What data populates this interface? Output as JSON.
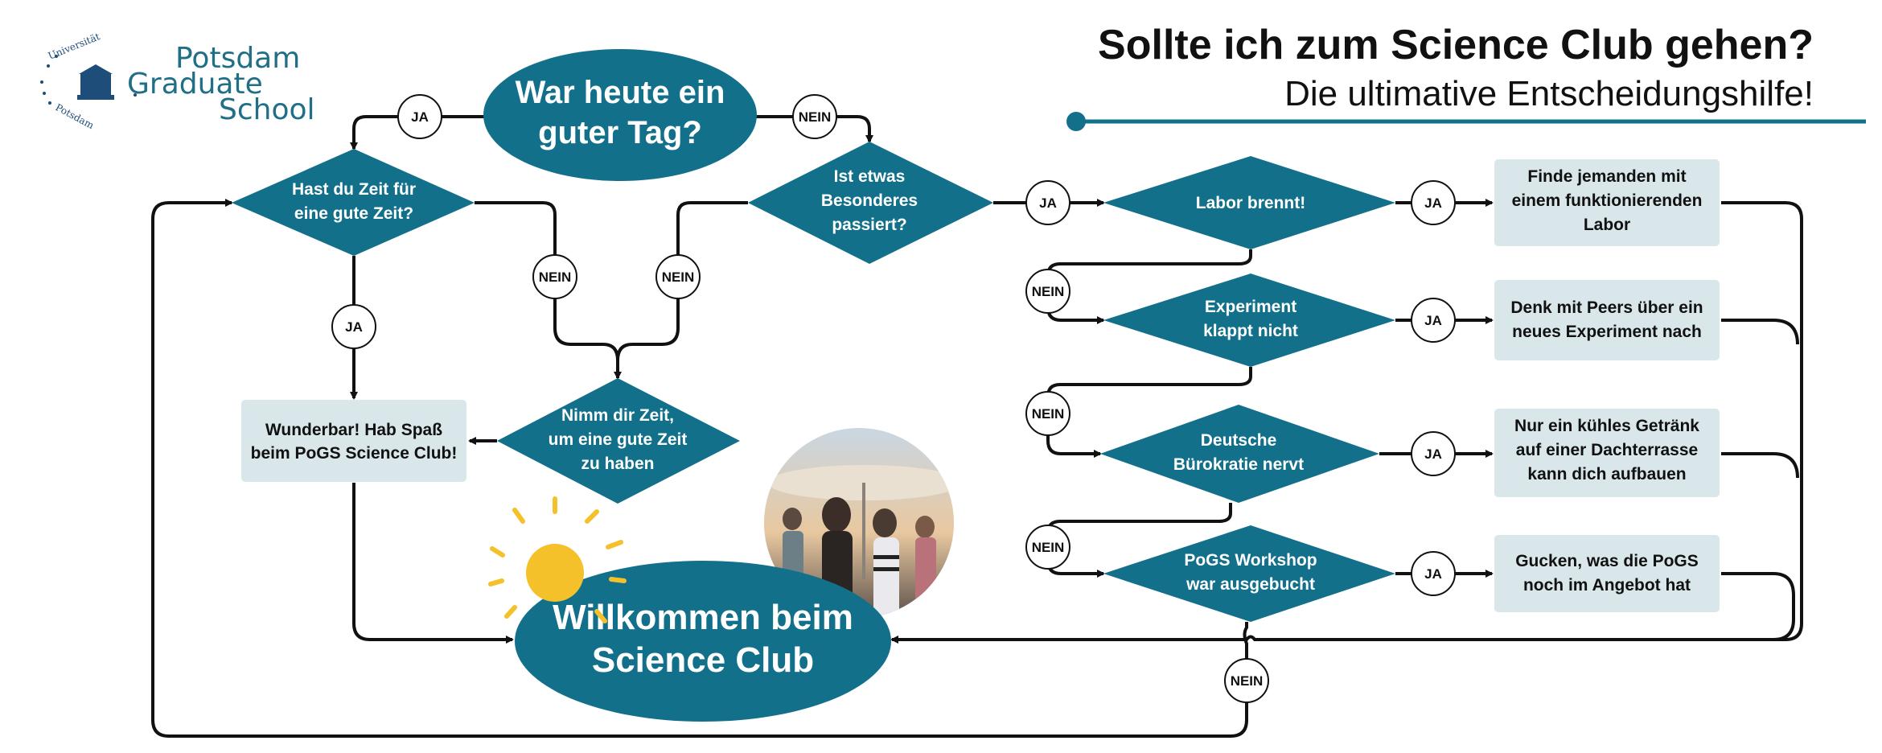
{
  "header": {
    "title": "Sollte ich zum Science Club gehen?",
    "subtitle": "Die ultimative Entscheidungshilfe!"
  },
  "logo": {
    "line1": "Potsdam",
    "line2": "Graduate",
    "line3": "School",
    "ring_top": "Universität",
    "ring_bottom": "Potsdam"
  },
  "colors": {
    "teal": "#12708a",
    "box": "#d9e6ea",
    "line": "#111111",
    "sun": "#f4c12b"
  },
  "nodes": {
    "start": [
      "War heute ein",
      "guter Tag?"
    ],
    "zeit": [
      "Hast du Zeit für",
      "eine gute Zeit?"
    ],
    "besonderes": [
      "Ist etwas",
      "Besonderes",
      "passiert?"
    ],
    "nimm": [
      "Nimm dir Zeit,",
      "um eine gute Zeit",
      "zu haben"
    ],
    "wunderbar": [
      "Wunderbar! Hab Spaß",
      "beim PoGS Science Club!"
    ],
    "labor": [
      "Labor brennt!"
    ],
    "experiment": [
      "Experiment",
      "klappt nicht"
    ],
    "buerokratie": [
      "Deutsche",
      "Bürokratie nervt"
    ],
    "workshop": [
      "PoGS Workshop",
      "war  ausgebucht"
    ],
    "finde": [
      "Finde jemanden mit",
      "einem funktionierenden",
      "Labor"
    ],
    "denk": [
      "Denk mit Peers über ein",
      "neues Experiment nach"
    ],
    "getraenk": [
      "Nur ein kühles Getränk",
      "auf einer Dachterrasse",
      "kann dich aufbauen"
    ],
    "gucken": [
      "Gucken, was die PoGS",
      "noch im Angebot hat"
    ],
    "willkommen": [
      "Willkommen beim",
      "Science Club"
    ]
  },
  "labels": {
    "ja": "JA",
    "nein": "NEIN"
  },
  "photo": {
    "description_icon": "photo-people-rooftop"
  }
}
